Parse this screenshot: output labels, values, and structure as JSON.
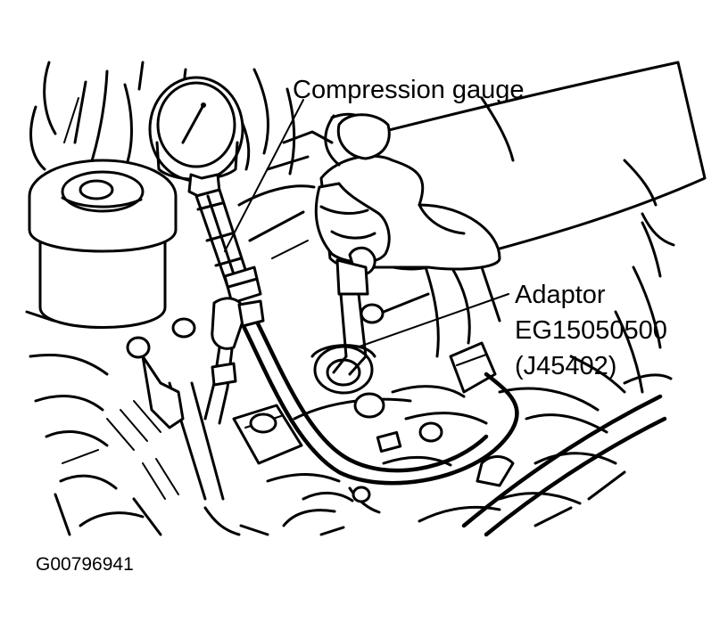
{
  "labels": {
    "compression_gauge": "Compression gauge",
    "adaptor": "Adaptor",
    "adaptor_part_number": "EG15050500",
    "adaptor_alt_number": "(J45402)"
  },
  "figure_id": "G00796941",
  "colors": {
    "ink": "#000000",
    "background": "#ffffff"
  }
}
